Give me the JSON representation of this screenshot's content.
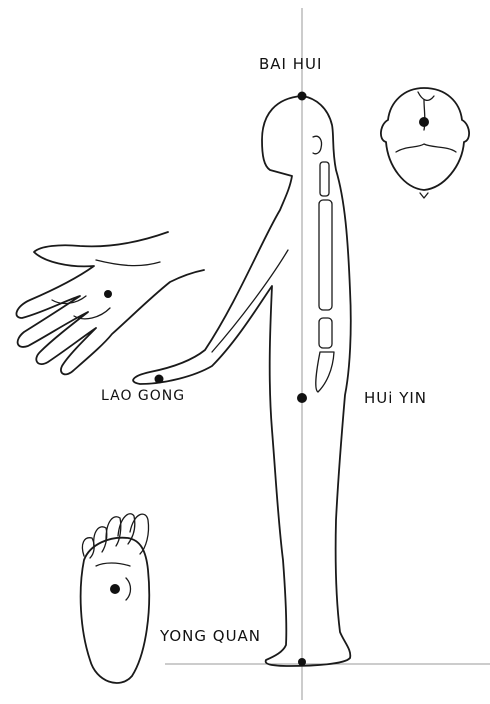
{
  "labels": {
    "bai_hui": "BAI HUI",
    "lao_gong": "LAO GONG",
    "hui_yin": "HUi YIN",
    "yong_quan": "YONG QUAN"
  },
  "colors": {
    "ink": "#1a1a1a",
    "guide": "#9a9a9a",
    "background": "#ffffff"
  }
}
